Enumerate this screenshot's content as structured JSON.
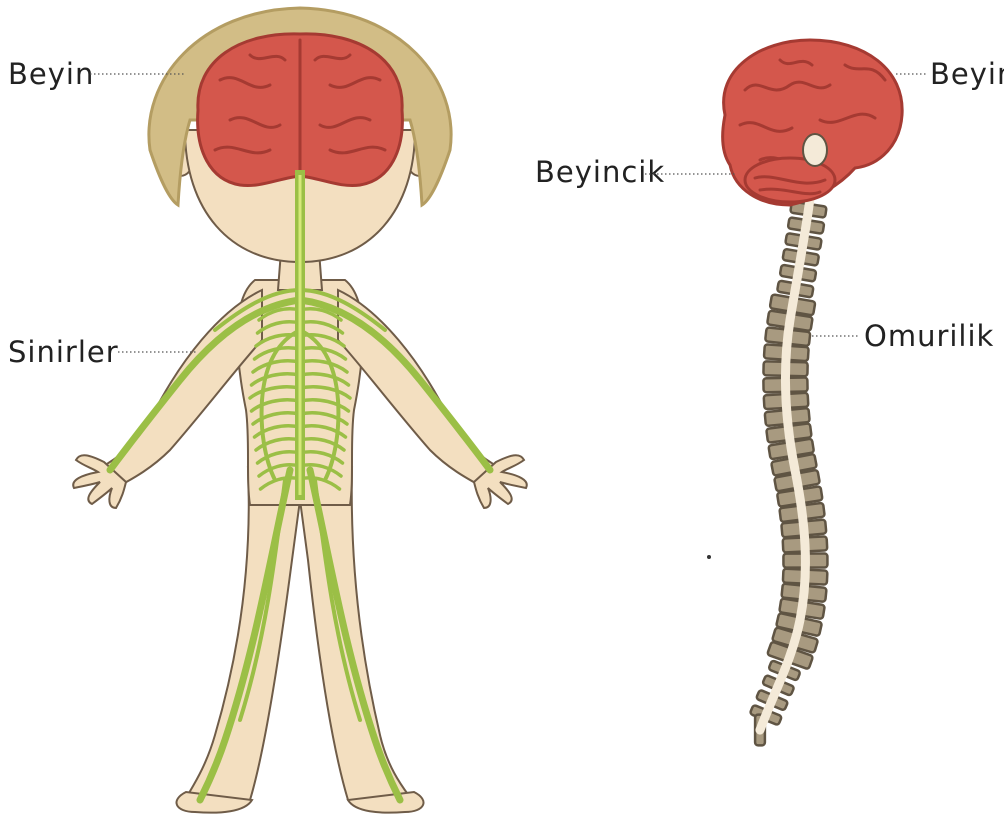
{
  "labels": {
    "body_brain": "Beyin",
    "nerves": "Sinirler",
    "side_brain": "Beyin",
    "cerebellum": "Beyincik",
    "spinal_cord": "Omurilik"
  },
  "colors": {
    "skin": "#f3dfc0",
    "skin_outline": "#6f5c48",
    "hair": "#d2bd86",
    "hair_dark": "#b49d62",
    "brain": "#d4574c",
    "brain_dark": "#a53a32",
    "nerve": "#9bbf46",
    "nerve_light": "#d6e87a",
    "vertebra": "#a89a80",
    "vertebra_dark": "#5f5443",
    "cord": "#f4ead8",
    "leader": "#555555"
  }
}
